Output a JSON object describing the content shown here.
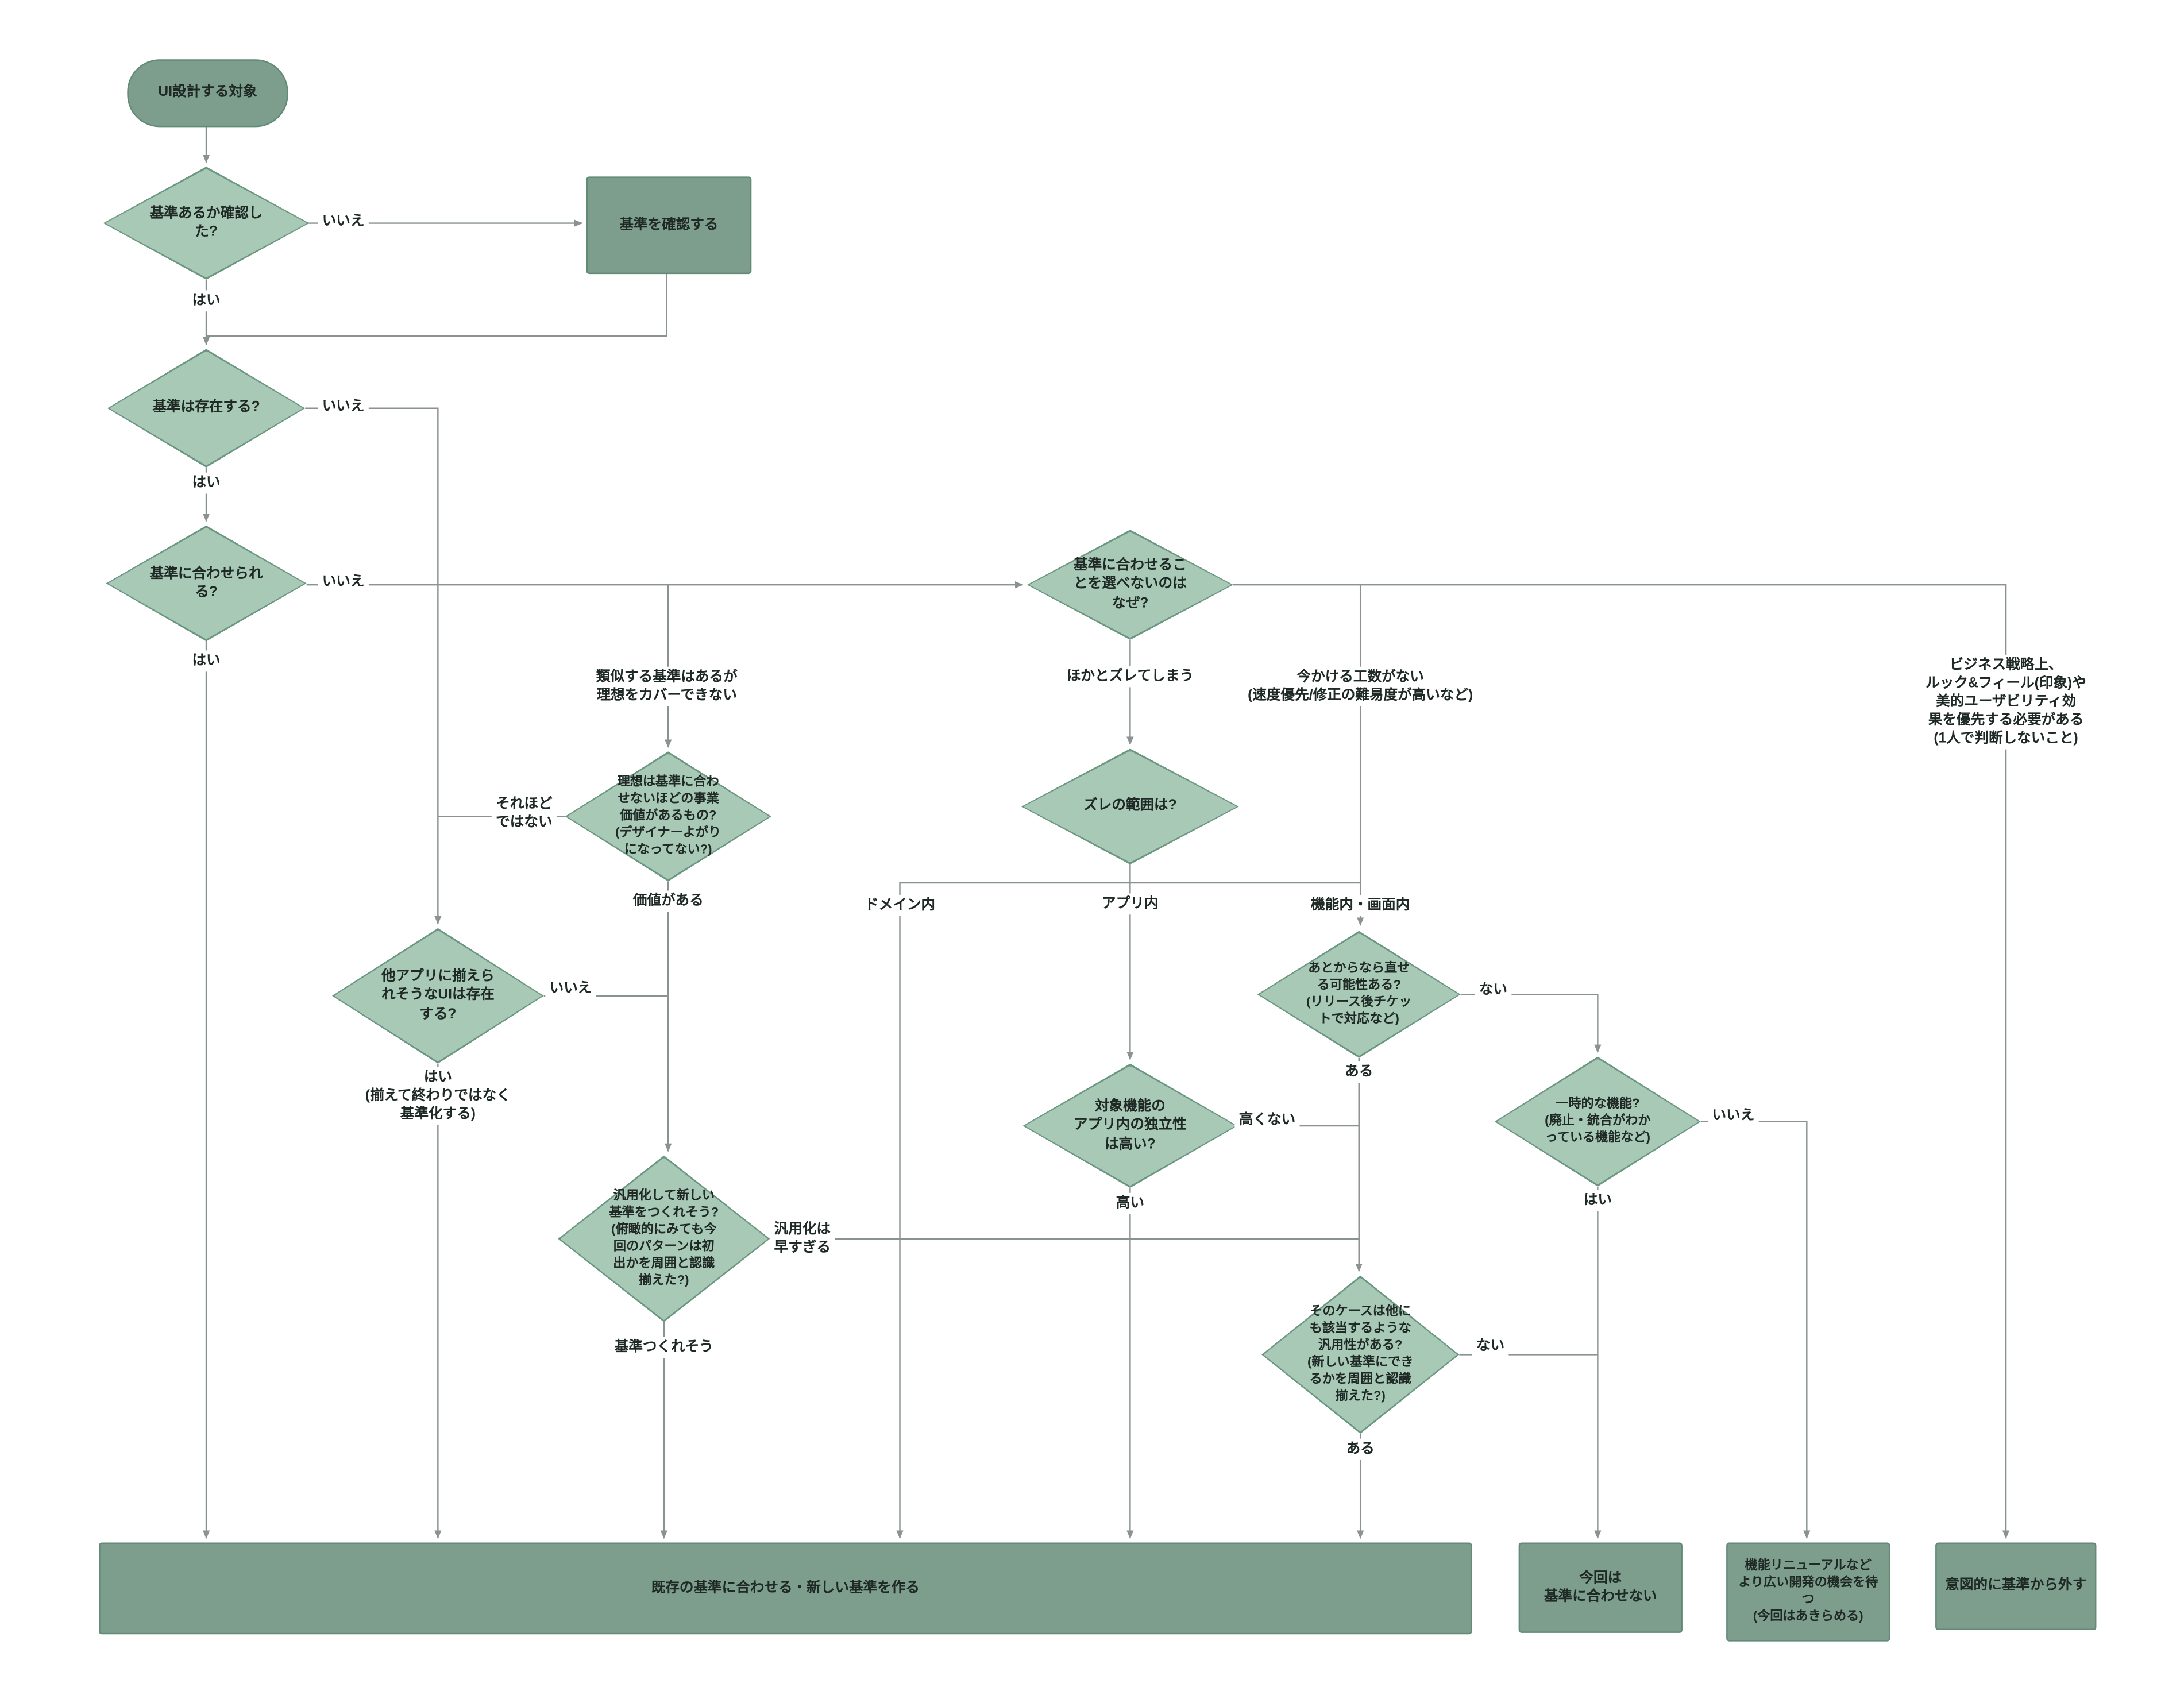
{
  "colors": {
    "node_dark": "#7D9E8C",
    "node_dark_border": "#628A77",
    "node_light": "#A9C9B7",
    "node_light_border": "#6B9681",
    "line": "#8B9292",
    "text": "#1F2A26",
    "background": "#FFFFFF"
  },
  "nodes": {
    "start": {
      "label": "UI設計する対象"
    },
    "q_checked": {
      "label": "基準あるか確認し\nた?"
    },
    "p_check": {
      "label": "基準を確認する"
    },
    "q_exists": {
      "label": "基準は存在する?"
    },
    "q_can_align": {
      "label": "基準に合わせられ\nる?"
    },
    "q_why_not": {
      "label": "基準に合わせるこ\nとを選べないのは\nなぜ?"
    },
    "q_value": {
      "label": "理想は基準に合わ\nせないほどの事業\n価値があるもの?\n(デザイナーよがり\nになってない?)"
    },
    "q_zure_scope": {
      "label": "ズレの範囲は?"
    },
    "q_other_app": {
      "label": "他アプリに揃えら\nれそうなUIは存在\nする?"
    },
    "q_fix_later": {
      "label": "あとからなら直せ\nる可能性ある?\n(リリース後チケッ\nトで対応など)"
    },
    "q_temporary": {
      "label": "一時的な機能?\n(廃止・統合がわか\nっている機能など)"
    },
    "q_independent": {
      "label": "対象機能の\nアプリ内の独立性\nは高い?"
    },
    "q_generalize": {
      "label": "汎用化して新しい\n基準をつくれそう?\n(俯瞰的にみても今\n回のパターンは初\n出かを周囲と認識\n揃えた?)"
    },
    "q_applicable": {
      "label": "そのケースは他に\nも該当するような\n汎用性がある?\n(新しい基準にでき\nるかを周囲と認識\n揃えた?)"
    },
    "end_align": {
      "label": "既存の基準に合わせる・新しい基準を作る"
    },
    "end_not_this_time": {
      "label": "今回は\n基準に合わせない"
    },
    "end_wait": {
      "label": "機能リニューアルなど\nより広い開発の機会を待つ\n(今回はあきらめる)"
    },
    "end_intentional": {
      "label": "意図的に基準から外す"
    }
  },
  "edge_labels": {
    "checked_no": "いいえ",
    "checked_yes": "はい",
    "exists_no": "いいえ",
    "exists_yes": "はい",
    "align_no": "いいえ",
    "align_yes": "はい",
    "reason_similar": "類似する基準はあるが\n理想をカバーできない",
    "reason_zure": "ほかとズレてしまう",
    "reason_cost": "今かける工数がない\n(速度優先/修正の難易度が高いなど)",
    "reason_business": "ビジネス戦略上、\nルック&フィール(印象)や美的ユーザビリティ効\n果を優先する必要がある\n(1人で判断しないこと)",
    "not_much": "それほど\nではない",
    "has_value": "価値がある",
    "domain": "ドメイン内",
    "app": "アプリ内",
    "feature": "機能内・画面内",
    "otherapp_no": "いいえ",
    "otherapp_yes": "はい\n(揃えて終わりではなく\n基準化する)",
    "fixlater_nai": "ない",
    "fixlater_aru": "ある",
    "not_high": "高くない",
    "high": "高い",
    "temp_no": "いいえ",
    "temp_yes": "はい",
    "too_early": "汎用化は\n早すぎる",
    "can_make": "基準つくれそう",
    "applicable_nai": "ない",
    "applicable_aru": "ある"
  }
}
